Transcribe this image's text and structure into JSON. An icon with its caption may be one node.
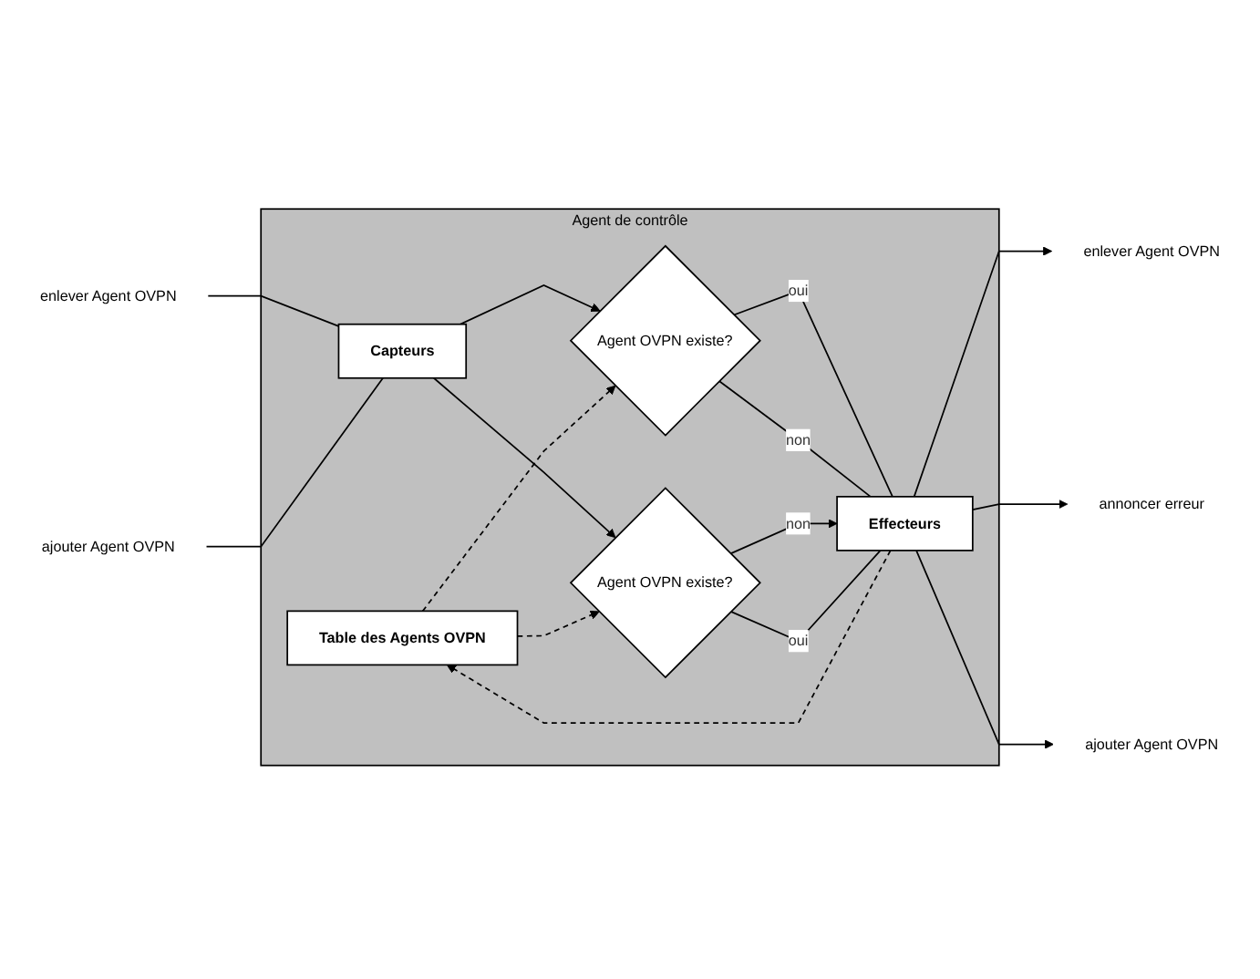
{
  "diagram": {
    "nodes": [
      {
        "text": [
          "Agent de contrôle"
        ]
      },
      {
        "text": [
          "Table des Agents OVPN"
        ],
        "in": 0
      },
      {
        "text": [
          "Agent OVPN existe?"
        ],
        "in": 0
      },
      {
        "text": [
          "Agent OVPN existe?"
        ],
        "in": 0
      },
      {
        "text": [
          "Effecteurs"
        ],
        "in": 0
      },
      {
        "text": [
          "Capteurs"
        ],
        "in": 0
      },
      {
        "text": [
          "enlever Agent OVPN"
        ]
      },
      {
        "text": [
          "ajouter Agent OVPN"
        ]
      },
      {
        "text": [
          "enlever Agent OVPN"
        ]
      },
      {
        "text": [
          "annoncer erreur"
        ]
      },
      {
        "text": [
          "ajouter Agent OVPN"
        ]
      }
    ],
    "edges": [
      {
        "from": 6,
        "to": 5,
        "arrow": "none"
      },
      {
        "from": 7,
        "to": 5,
        "arrow": "none"
      },
      {
        "from": 5,
        "to": 2,
        "arrow": "to"
      },
      {
        "from": 5,
        "to": 3,
        "arrow": "to"
      },
      {
        "from": 1,
        "to": 2,
        "arrow": "to",
        "style": "dashed"
      },
      {
        "from": 1,
        "to": 3,
        "arrow": "to",
        "style": "dashed"
      },
      {
        "from": 4,
        "to": 1,
        "arrow": "to",
        "style": "dashed"
      },
      {
        "from": 2,
        "to": 4,
        "label": "oui",
        "arrow": "none"
      },
      {
        "from": 2,
        "to": 4,
        "label": "non",
        "arrow": "none"
      },
      {
        "from": 3,
        "to": 4,
        "label": "non",
        "arrow": "to"
      },
      {
        "from": 3,
        "to": 4,
        "label": "oui",
        "arrow": "none"
      },
      {
        "from": 4,
        "to": 8,
        "arrow": "to"
      },
      {
        "from": 4,
        "to": 9,
        "arrow": "to"
      },
      {
        "from": 4,
        "to": 10,
        "arrow": "to"
      }
    ]
  }
}
